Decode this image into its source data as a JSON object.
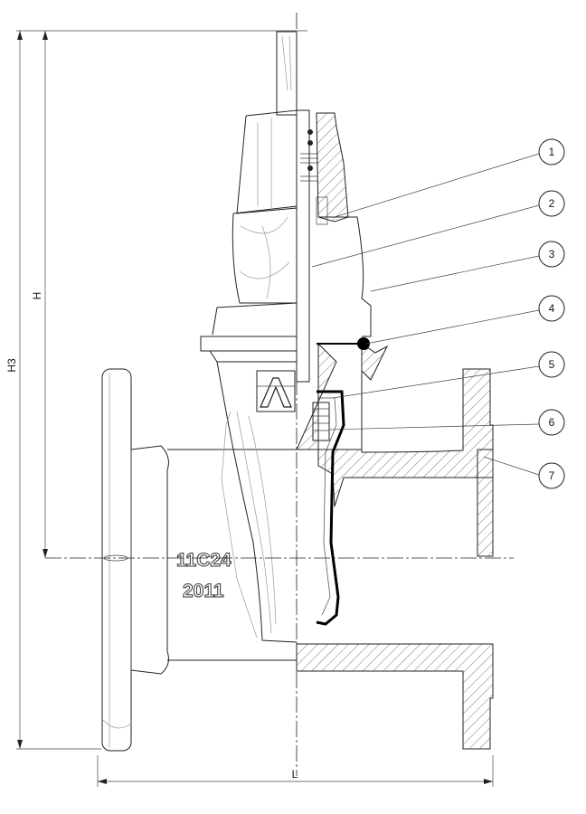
{
  "dimensions": {
    "h3": "H3",
    "h": "H",
    "l": "L"
  },
  "markings": {
    "batch_code": "11C24",
    "year": "2011"
  },
  "callouts": [
    {
      "label": "1"
    },
    {
      "label": "2"
    },
    {
      "label": "3"
    },
    {
      "label": "4"
    },
    {
      "label": "5"
    },
    {
      "label": "6"
    },
    {
      "label": "7"
    }
  ]
}
